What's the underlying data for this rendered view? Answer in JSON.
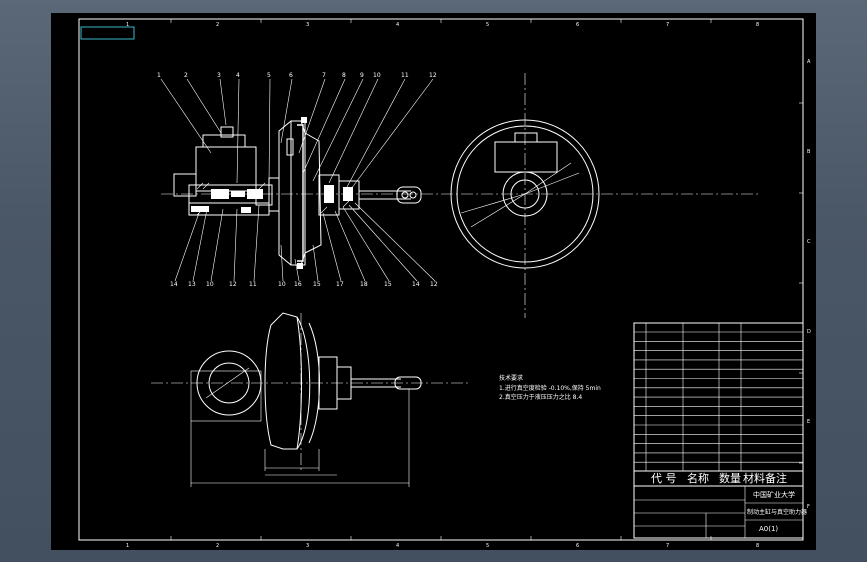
{
  "drawing": {
    "top_balloons": [
      "1",
      "2",
      "3",
      "4",
      "5",
      "6",
      "7",
      "8",
      "9",
      "10",
      "11",
      "12"
    ],
    "bottom_balloons": [
      "14",
      "13",
      "10",
      "12",
      "11",
      "10",
      "16",
      "15",
      "17",
      "18",
      "15",
      "14",
      "12"
    ],
    "notes_lines": [
      "技术要求",
      "1.进行真空度检验 -0.10%,保持 5min",
      "2.真空压力于液压压力之比 8.4"
    ],
    "border_numbers_top": [
      "1",
      "2",
      "3",
      "4",
      "5",
      "6",
      "7",
      "8"
    ],
    "border_numbers_bottom": [
      "1",
      "2",
      "3",
      "4",
      "5",
      "6",
      "7",
      "8"
    ],
    "border_letters_right": [
      "A",
      "B",
      "C",
      "D",
      "E",
      "F"
    ]
  },
  "title_block": {
    "header_code": "代 号",
    "header_name": "名称",
    "header_qty": "数量",
    "header_material": "材料",
    "header_remark": "备注",
    "school": "中国矿业大学",
    "drawing_title": "制动主缸与真空助力器",
    "drawing_number": "A0(1)"
  }
}
